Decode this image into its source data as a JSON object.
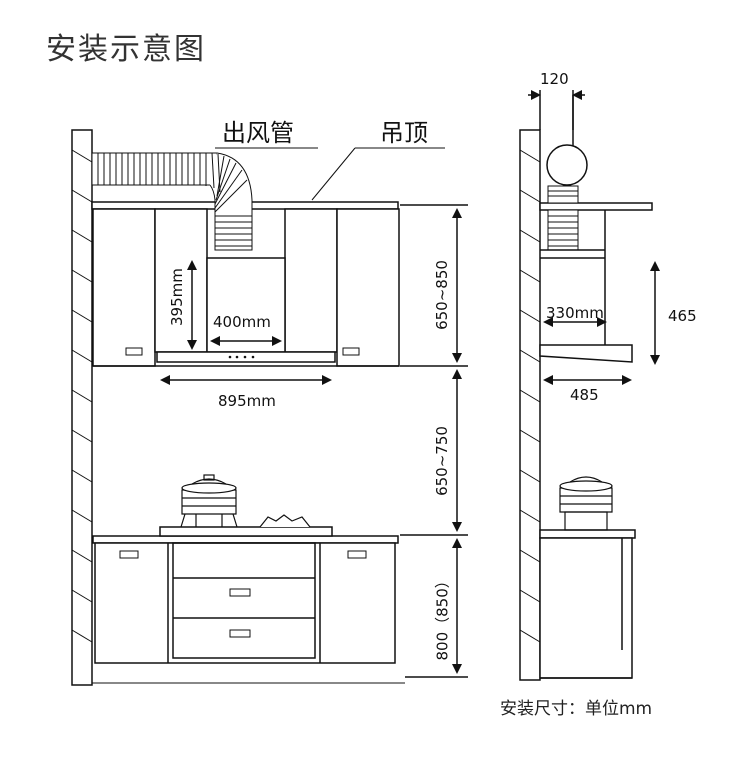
{
  "title": "安装示意图",
  "footer": "安装尺寸：单位mm",
  "labels": {
    "duct": "出风管",
    "ceiling": "吊顶"
  },
  "front_dims": {
    "collar_height": "395mm",
    "collar_width": "400mm",
    "hood_width": "895mm",
    "cabinet_to_ceiling": "650~850",
    "hood_to_stove": "650~750",
    "counter_height": "800（850）"
  },
  "side_dims": {
    "duct_width": "120",
    "hood_depth": "330mm",
    "hood_clearance": "465",
    "base_depth": "485"
  }
}
